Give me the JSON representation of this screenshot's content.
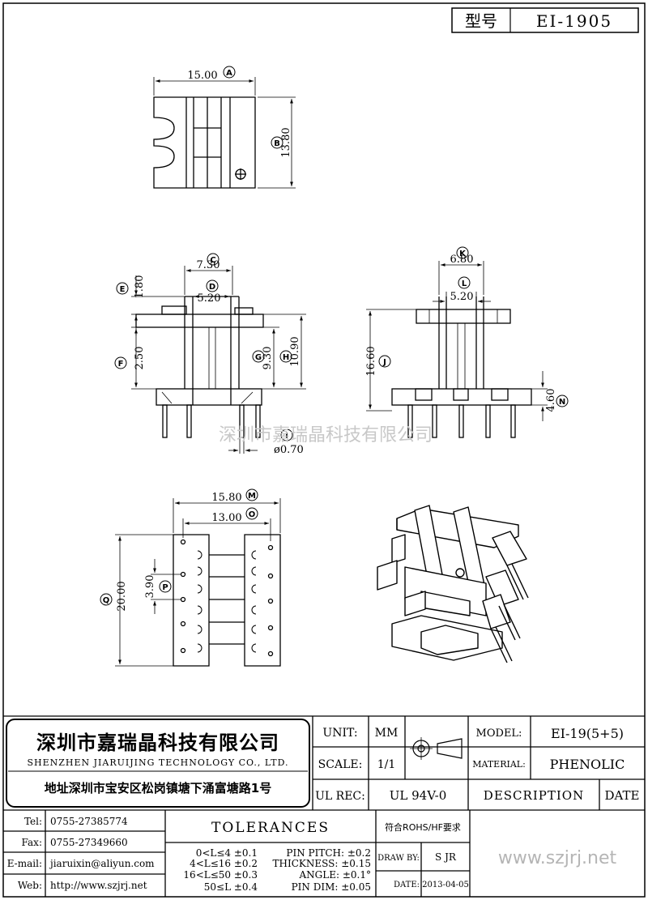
{
  "model_box": {
    "label": "型号",
    "value": "EI-1905"
  },
  "drawings": {
    "top_view": {
      "width_dim": "15.00",
      "width_tag": "A",
      "height_dim": "13.80",
      "height_tag": "B"
    },
    "front_view": {
      "dim_c": "7.30",
      "tag_c": "C",
      "dim_d": "5.20",
      "tag_d": "D",
      "dim_e": "1.80",
      "tag_e": "E",
      "dim_f": "2.50",
      "tag_f": "F",
      "dim_g": "9.30",
      "tag_g": "G",
      "dim_h": "10.90",
      "tag_h": "H",
      "dim_i": "ø0.70",
      "tag_i": "I"
    },
    "side_view": {
      "dim_k": "6.80",
      "tag_k": "K",
      "dim_l": "5.20",
      "tag_l": "L",
      "dim_j": "16.60",
      "tag_j": "J",
      "dim_n": "4.60",
      "tag_n": "N"
    },
    "bottom_view": {
      "dim_m": "15.80",
      "tag_m": "M",
      "dim_o": "13.00",
      "tag_o": "O",
      "dim_p": "3.90",
      "tag_p": "P",
      "dim_q": "20.00",
      "tag_q": "Q"
    }
  },
  "watermark": "深圳市嘉瑞晶科技有限公司",
  "title_block": {
    "company_cn": "深圳市嘉瑞晶科技有限公司",
    "company_en": "SHENZHEN JIARUIJING TECHNOLOGY CO., LTD.",
    "address": "地址深圳市宝安区松岗镇塘下涌富塘路1号",
    "unit_label": "UNIT:",
    "unit_value": "MM",
    "scale_label": "SCALE:",
    "scale_value": "1/1",
    "model_label": "MODEL:",
    "model_value": "EI-19(5+5)",
    "material_label": "MATERIAL:",
    "material_value": "PHENOLIC",
    "ulrec_label": "UL REC:",
    "ulrec_value": "UL 94V-0",
    "description_label": "DESCRIPTION",
    "date_header": "DATE",
    "tel_label": "Tel:",
    "tel_value": "0755-27385774",
    "fax_label": "Fax:",
    "fax_value": "0755-27349660",
    "email_label": "E-mail:",
    "email_value": "jiaruixin@aliyun.com",
    "web_label": "Web:",
    "web_value": "http://www.szjrj.net",
    "tolerances_title": "TOLERANCES",
    "tol_lines": [
      "0<L≤4 ±0.1",
      "4<L≤16 ±0.2",
      "16<L≤50 ±0.3",
      "50≤L ±0.4"
    ],
    "pin_lines": [
      "PIN PITCH: ±0.2",
      "THICKNESS: ±0.15",
      "ANGLE: ±0.1°",
      "PIN DIM: ±0.05"
    ],
    "rohs": "符合ROHS/HF要求",
    "drawby_label": "DRAW BY:",
    "drawby_value": "S JR",
    "date_label": "DATE:",
    "date_value": "2013-04-05",
    "website_big": "www.szjrj.net"
  }
}
